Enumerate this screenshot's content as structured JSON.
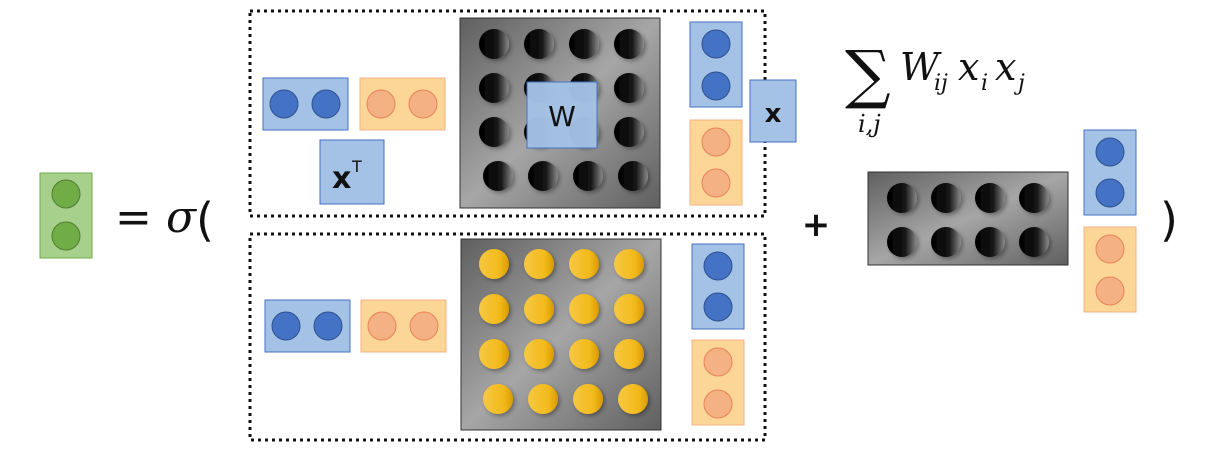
{
  "labels": {
    "x_transpose": "x",
    "transpose_sup": "T",
    "weight": "W",
    "x": "x",
    "equals": "=",
    "sigma": "σ",
    "open_paren": "(",
    "plus": "+",
    "close_paren": ")"
  },
  "formula": {
    "sum_symbol": "∑",
    "subscript": "i,j",
    "term": "W",
    "term_sub": "ij",
    "x_i": "x",
    "x_i_sub": "i",
    "x_j": "x",
    "x_j_sub": "j"
  },
  "colors": {
    "output_fill": "#a8d08d",
    "output_node": "#70ad47",
    "blue_fill": "#a4c2e6",
    "blue_node": "#4472c4",
    "orange_fill": "#fbd697",
    "orange_node": "#f4b183",
    "matrix_dark": "#7f7f7f",
    "black_node": "#000000",
    "gold_node": "#f4c030"
  }
}
